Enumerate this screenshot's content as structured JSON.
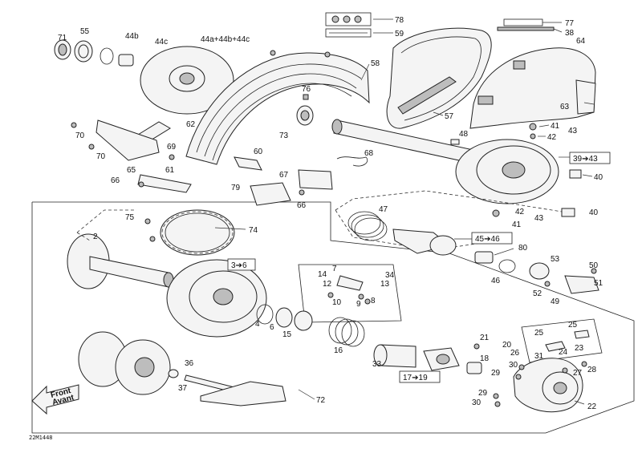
{
  "drawing_code": "22M1448",
  "front_marker": {
    "line1": "Front",
    "line2": "Avant"
  },
  "labels": [
    {
      "id": "71",
      "text": "71"
    },
    {
      "id": "55",
      "text": "55"
    },
    {
      "id": "44b",
      "text": "44b"
    },
    {
      "id": "44c",
      "text": "44c"
    },
    {
      "id": "44abc",
      "text": "44a+44b+44c"
    },
    {
      "id": "78",
      "text": "78"
    },
    {
      "id": "59",
      "text": "59"
    },
    {
      "id": "77",
      "text": "77"
    },
    {
      "id": "38",
      "text": "38"
    },
    {
      "id": "64",
      "text": "64"
    },
    {
      "id": "58",
      "text": "58"
    },
    {
      "id": "76",
      "text": "76"
    },
    {
      "id": "73",
      "text": "73"
    },
    {
      "id": "62",
      "text": "62"
    },
    {
      "id": "70a",
      "text": "70"
    },
    {
      "id": "69",
      "text": "69"
    },
    {
      "id": "70b",
      "text": "70"
    },
    {
      "id": "65",
      "text": "65"
    },
    {
      "id": "61",
      "text": "61"
    },
    {
      "id": "60",
      "text": "60"
    },
    {
      "id": "66a",
      "text": "66"
    },
    {
      "id": "57",
      "text": "57"
    },
    {
      "id": "63",
      "text": "63"
    },
    {
      "id": "41a",
      "text": "41"
    },
    {
      "id": "43a",
      "text": "43"
    },
    {
      "id": "48",
      "text": "48"
    },
    {
      "id": "42a",
      "text": "42"
    },
    {
      "id": "39_43",
      "text": "39➔43"
    },
    {
      "id": "40a",
      "text": "40"
    },
    {
      "id": "68",
      "text": "68"
    },
    {
      "id": "67",
      "text": "67"
    },
    {
      "id": "79",
      "text": "79"
    },
    {
      "id": "66b",
      "text": "66"
    },
    {
      "id": "47",
      "text": "47"
    },
    {
      "id": "42b",
      "text": "42"
    },
    {
      "id": "43b",
      "text": "43"
    },
    {
      "id": "41b",
      "text": "41"
    },
    {
      "id": "40b",
      "text": "40"
    },
    {
      "id": "75",
      "text": "75"
    },
    {
      "id": "74",
      "text": "74"
    },
    {
      "id": "2",
      "text": "2"
    },
    {
      "id": "45_46",
      "text": "45➔46"
    },
    {
      "id": "80",
      "text": "80"
    },
    {
      "id": "3_6",
      "text": "3➔6"
    },
    {
      "id": "7",
      "text": "7"
    },
    {
      "id": "14",
      "text": "14"
    },
    {
      "id": "34",
      "text": "34"
    },
    {
      "id": "13",
      "text": "13"
    },
    {
      "id": "12",
      "text": "12"
    },
    {
      "id": "10",
      "text": "10"
    },
    {
      "id": "9",
      "text": "9"
    },
    {
      "id": "8",
      "text": "8"
    },
    {
      "id": "53",
      "text": "53"
    },
    {
      "id": "50",
      "text": "50"
    },
    {
      "id": "46",
      "text": "46"
    },
    {
      "id": "51",
      "text": "51"
    },
    {
      "id": "52",
      "text": "52"
    },
    {
      "id": "49",
      "text": "49"
    },
    {
      "id": "4",
      "text": "4"
    },
    {
      "id": "6",
      "text": "6"
    },
    {
      "id": "15",
      "text": "15"
    },
    {
      "id": "16",
      "text": "16"
    },
    {
      "id": "33",
      "text": "33"
    },
    {
      "id": "21",
      "text": "21"
    },
    {
      "id": "25a",
      "text": "25"
    },
    {
      "id": "25b",
      "text": "25"
    },
    {
      "id": "20",
      "text": "20"
    },
    {
      "id": "24",
      "text": "24"
    },
    {
      "id": "23",
      "text": "23"
    },
    {
      "id": "26",
      "text": "26"
    },
    {
      "id": "31",
      "text": "31"
    },
    {
      "id": "18",
      "text": "18"
    },
    {
      "id": "30a",
      "text": "30"
    },
    {
      "id": "29a",
      "text": "29"
    },
    {
      "id": "27",
      "text": "27"
    },
    {
      "id": "28",
      "text": "28"
    },
    {
      "id": "17_19",
      "text": "17➔19"
    },
    {
      "id": "36",
      "text": "36"
    },
    {
      "id": "37",
      "text": "37"
    },
    {
      "id": "72",
      "text": "72"
    },
    {
      "id": "29b",
      "text": "29"
    },
    {
      "id": "30b",
      "text": "30"
    },
    {
      "id": "22",
      "text": "22"
    }
  ]
}
